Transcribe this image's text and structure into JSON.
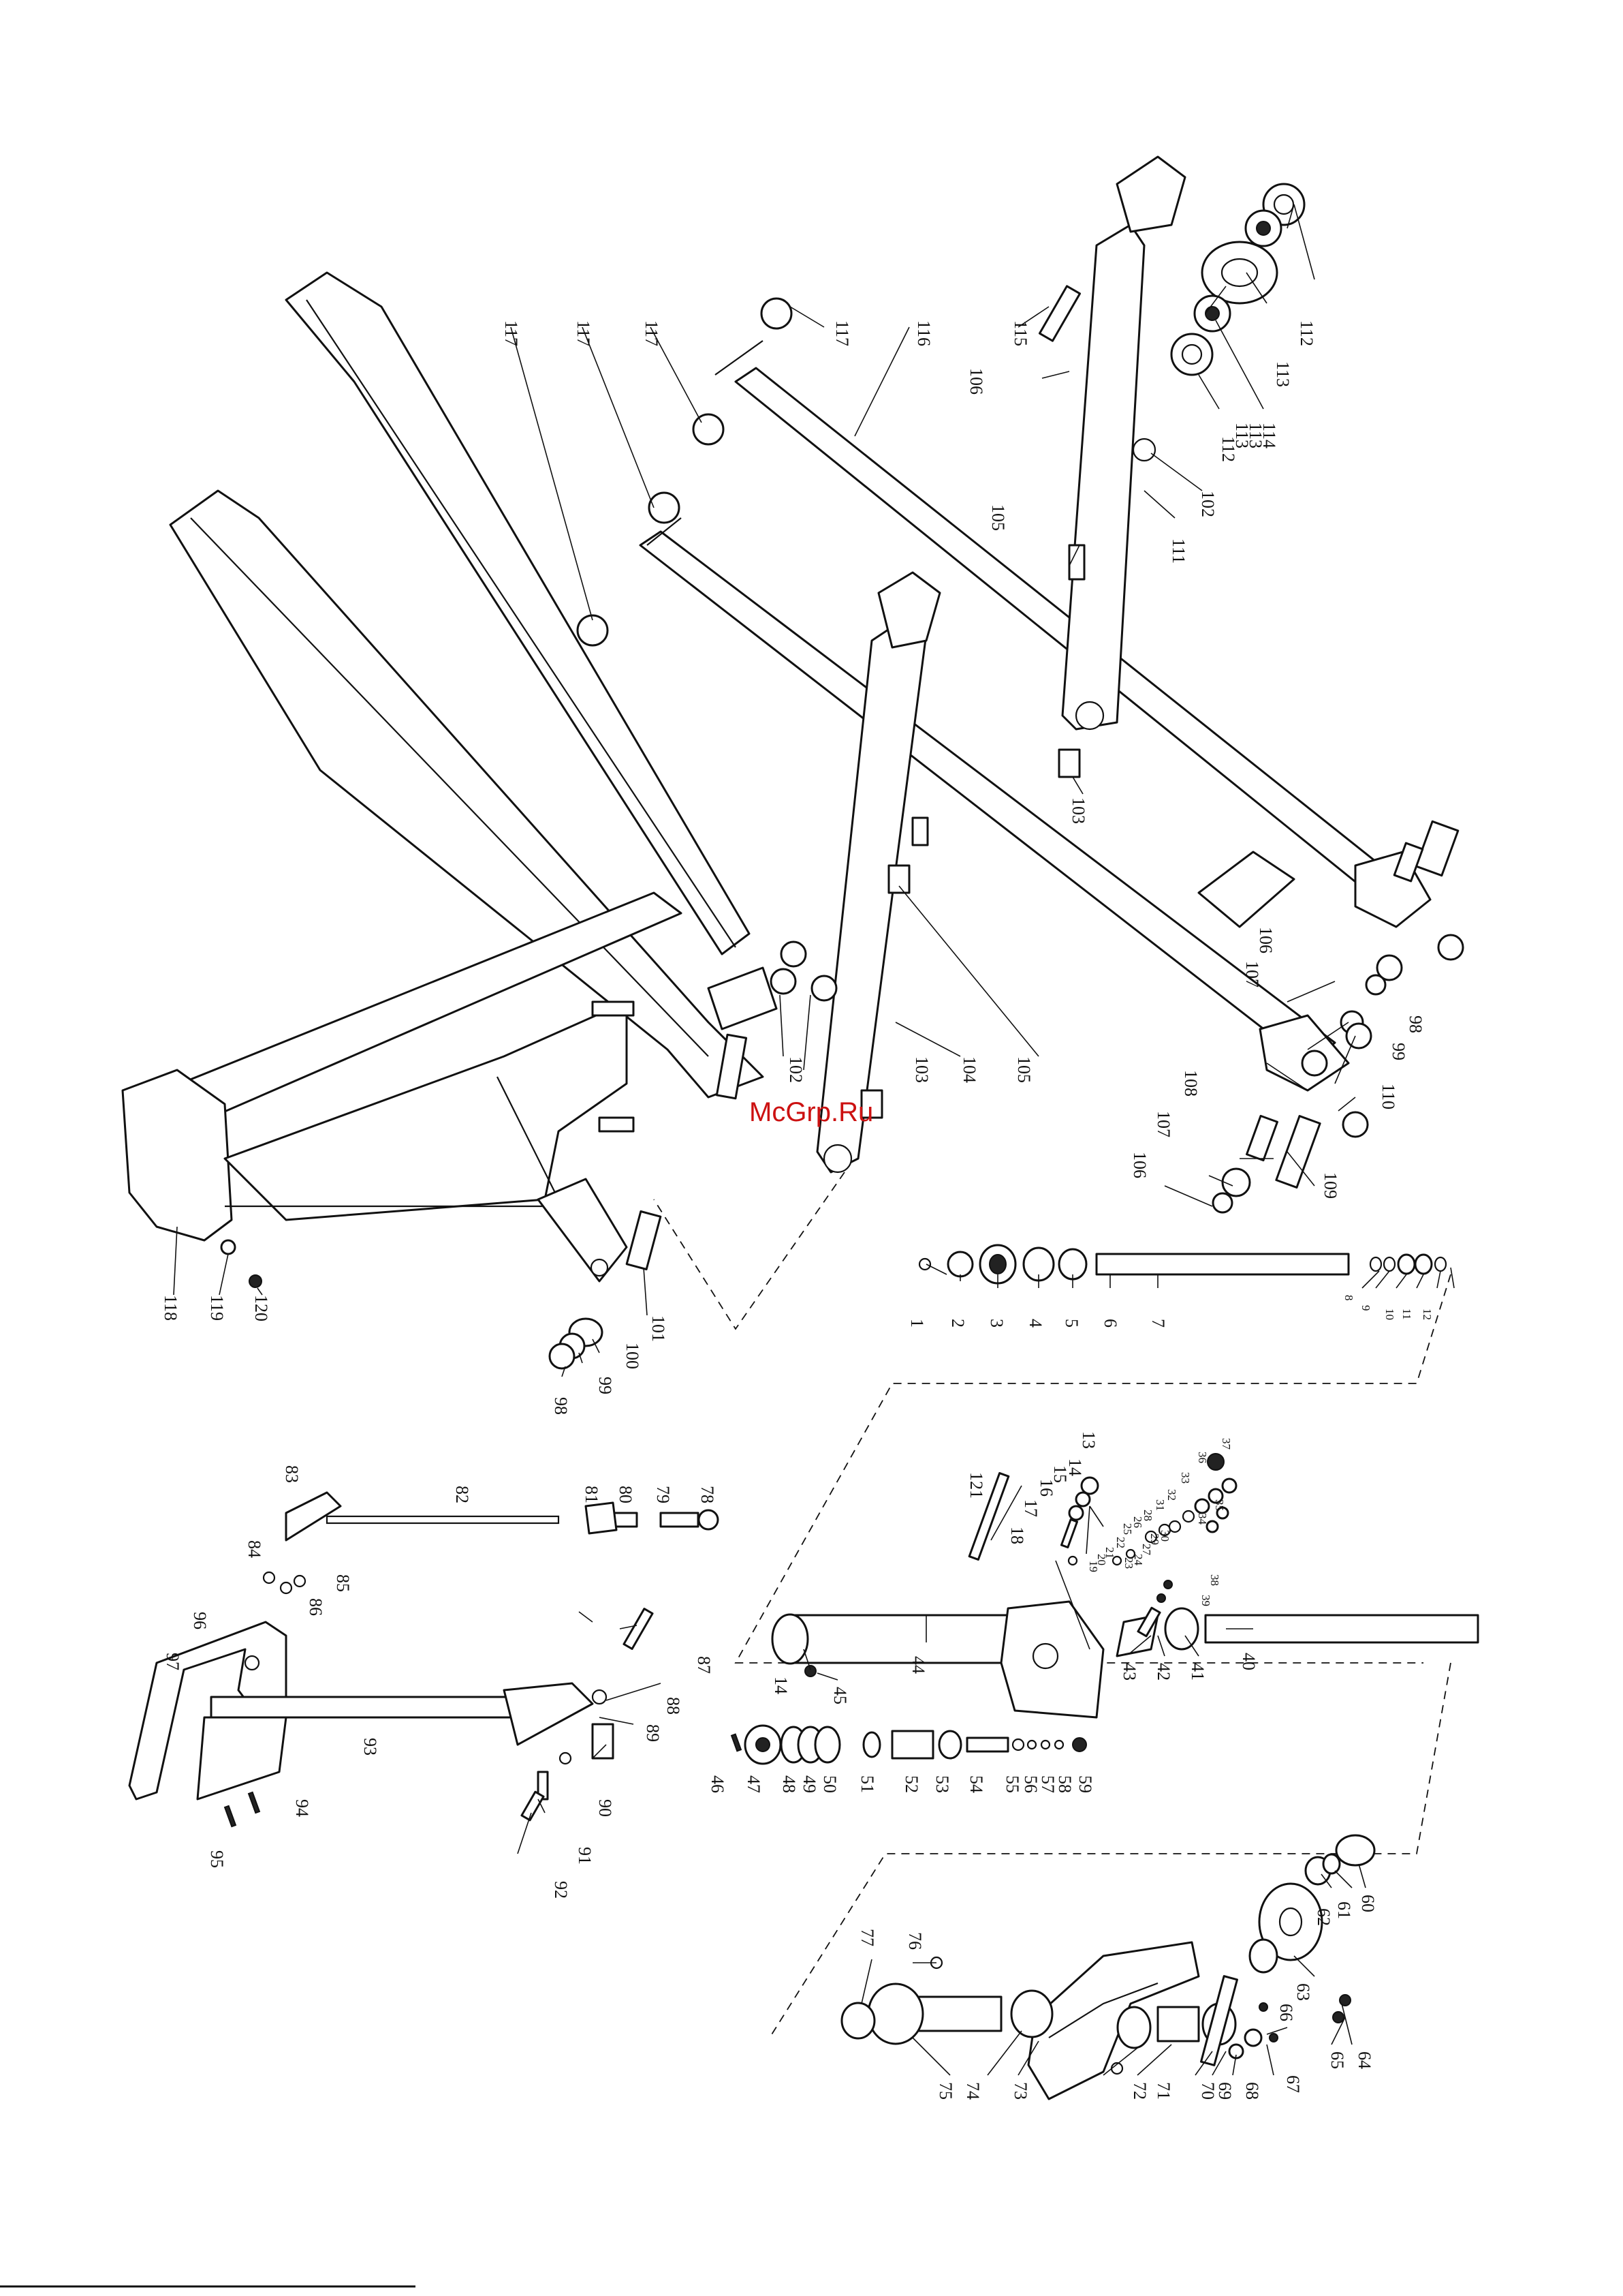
{
  "watermark": "McGrp.Ru",
  "accent_color": "#cc1111",
  "labels": {
    "l1": "1",
    "l2": "2",
    "l3": "3",
    "l4": "4",
    "l5": "5",
    "l6": "6",
    "l7": "7",
    "l8": "8",
    "l9": "9",
    "l10": "10",
    "l11": "11",
    "l12": "12",
    "l13": "13",
    "l14": "14",
    "l14b": "14",
    "l15": "15",
    "l16": "16",
    "l17": "17",
    "l18": "18",
    "l19": "19",
    "l20": "20",
    "l21": "21",
    "l22": "22",
    "l23": "23",
    "l24": "24",
    "l25": "25",
    "l26": "26",
    "l27": "27",
    "l28": "28",
    "l29": "29",
    "l30": "30",
    "l31": "31",
    "l32": "32",
    "l33": "33",
    "l34": "34",
    "l35": "35",
    "l36": "36",
    "l37": "37",
    "l38": "38",
    "l39": "39",
    "l40": "40",
    "l41": "41",
    "l42": "42",
    "l43": "43",
    "l44": "44",
    "l45": "45",
    "l46": "46",
    "l47": "47",
    "l48": "48",
    "l49": "49",
    "l50": "50",
    "l51": "51",
    "l52": "52",
    "l53": "53",
    "l54": "54",
    "l55": "55",
    "l56": "56",
    "l57": "57",
    "l58": "58",
    "l59": "59",
    "l60": "60",
    "l61": "61",
    "l62": "62",
    "l63": "63",
    "l64": "64",
    "l65": "65",
    "l66": "66",
    "l67": "67",
    "l68": "68",
    "l69": "69",
    "l70": "70",
    "l71": "71",
    "l72": "72",
    "l73": "73",
    "l74": "74",
    "l75": "75",
    "l76": "76",
    "l77": "77",
    "l78": "78",
    "l79": "79",
    "l80": "80",
    "l81": "81",
    "l82": "82",
    "l83": "83",
    "l84": "84",
    "l85": "85",
    "l86": "86",
    "l87": "87",
    "l88": "88",
    "l89": "89",
    "l90": "90",
    "l91": "91",
    "l92": "92",
    "l93": "93",
    "l94": "94",
    "l95": "95",
    "l96": "96",
    "l97": "97",
    "l98a": "98",
    "l98b": "98",
    "l99a": "99",
    "l99b": "99",
    "l100": "100",
    "l101": "101",
    "l102a": "102",
    "l102b": "102",
    "l103a": "103",
    "l103b": "103",
    "l104": "104",
    "l105a": "105",
    "l105b": "105",
    "l106a": "106",
    "l106b": "106",
    "l106c": "106",
    "l107a": "107",
    "l107b": "107",
    "l108": "108",
    "l109": "109",
    "l110": "110",
    "l111": "111",
    "l112a": "112",
    "l112b": "112",
    "l113a": "113",
    "l113b": "113",
    "l113c": "113",
    "l114": "114",
    "l115": "115",
    "l116": "116",
    "l117a": "117",
    "l117b": "117",
    "l117c": "117",
    "l117d": "117",
    "l118": "118",
    "l119": "119",
    "l120": "120",
    "l121": "121"
  }
}
